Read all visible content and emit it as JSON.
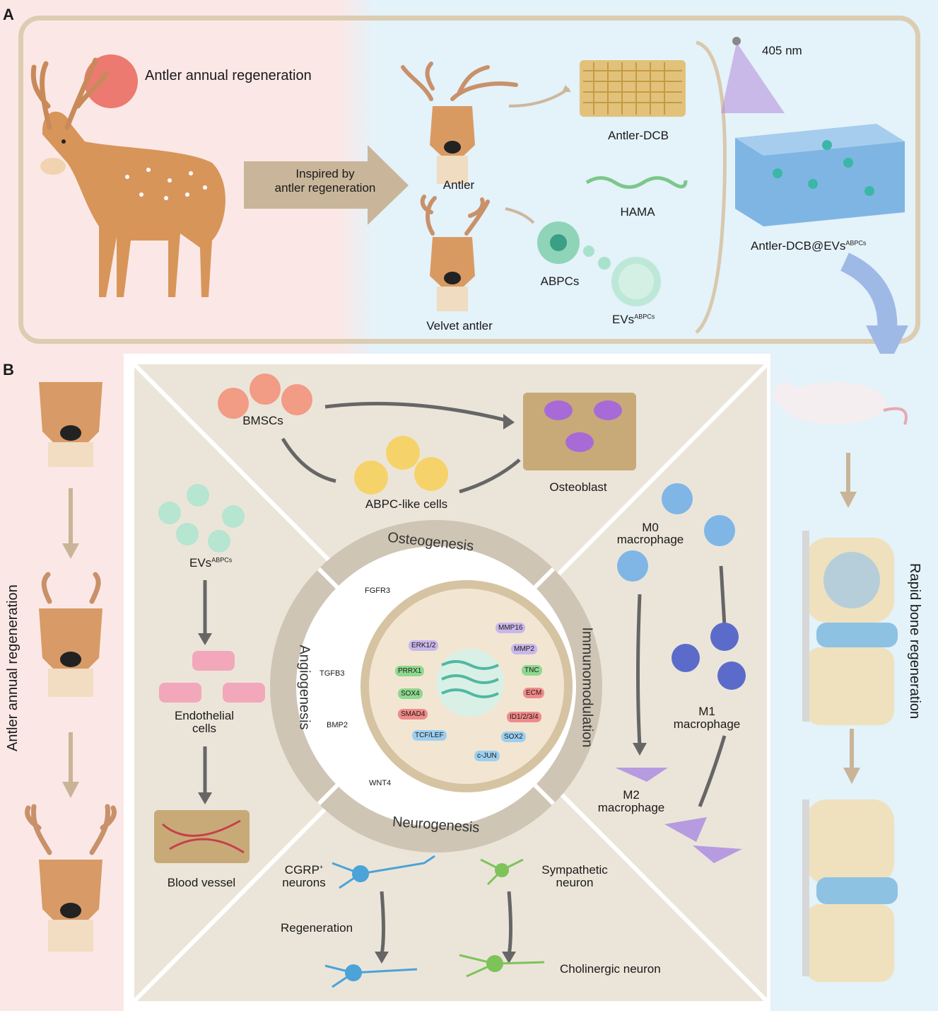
{
  "panels": {
    "a_letter": "A",
    "b_letter": "B"
  },
  "panel_a": {
    "antler_regeneration": "Antler annual regeneration",
    "inspired_by": "Inspired by",
    "antler_regeneration_line2": "antler regeneration",
    "antler": "Antler",
    "velvet_antler": "Velvet antler",
    "antler_dcb": "Antler-DCB",
    "hama": "HAMA",
    "abpcs": "ABPCs",
    "evs_base": "EVs",
    "evs_sup": "ABPCs",
    "wavelength": "405 nm",
    "composite_base": "Antler-DCB@EVs",
    "composite_sup": "ABPCs"
  },
  "panel_b": {
    "left_vertical": "Antler annual regeneration",
    "right_vertical": "Rapid bone regeneration",
    "bmscs": "BMSCs",
    "abpc_like": "ABPC-like cells",
    "osteoblast": "Osteoblast",
    "evs_base": "EVs",
    "evs_sup": "ABPCs",
    "endothelial": "Endothelial",
    "endothelial2": "cells",
    "blood_vessel": "Blood vessel",
    "m0": "M0",
    "m0b": "macrophage",
    "m1": "M1",
    "m1b": "macrophage",
    "m2": "M2",
    "m2b": "macrophage",
    "cgrp": "CGRP",
    "cgrp_sup": "+",
    "cgrp2": "neurons",
    "regeneration": "Regeneration",
    "sympathetic": "Sympathetic",
    "sympathetic2": "neuron",
    "cholinergic": "Cholinergic neuron",
    "ring_osteogenesis": "Osteogenesis",
    "ring_angiogenesis": "Angiogenesis",
    "ring_immunomodulation": "Immunomodulation",
    "ring_neurogenesis": "Neurogenesis",
    "ligands": {
      "fgfr3": "FGFR3",
      "tgfb3": "TGFB3",
      "bmp2": "BMP2",
      "wnt4": "WNT4"
    },
    "nodes_left": {
      "erk": "ERK1/2",
      "prrx1": "PRRX1",
      "sox4": "SOX4",
      "smad4": "SMAD4",
      "tcf": "TCF/LEF"
    },
    "nodes_right": {
      "mmp16": "MMP16",
      "mmp2": "MMP2",
      "tnc": "TNC",
      "ecm": "ECM",
      "id": "ID1/2/3/4",
      "sox2": "SOX2",
      "cjun": "c-JUN"
    }
  },
  "colors": {
    "panel_a_left_bg": "#fbe6e4",
    "panel_a_right_bg": "#e3f2fa",
    "frame": "#d9c9ae",
    "arrow_tan": "#c8b497",
    "arrow_blue": "#9db7e6",
    "center_bg": "#ece6da",
    "ring": "#cfc5b4"
  }
}
